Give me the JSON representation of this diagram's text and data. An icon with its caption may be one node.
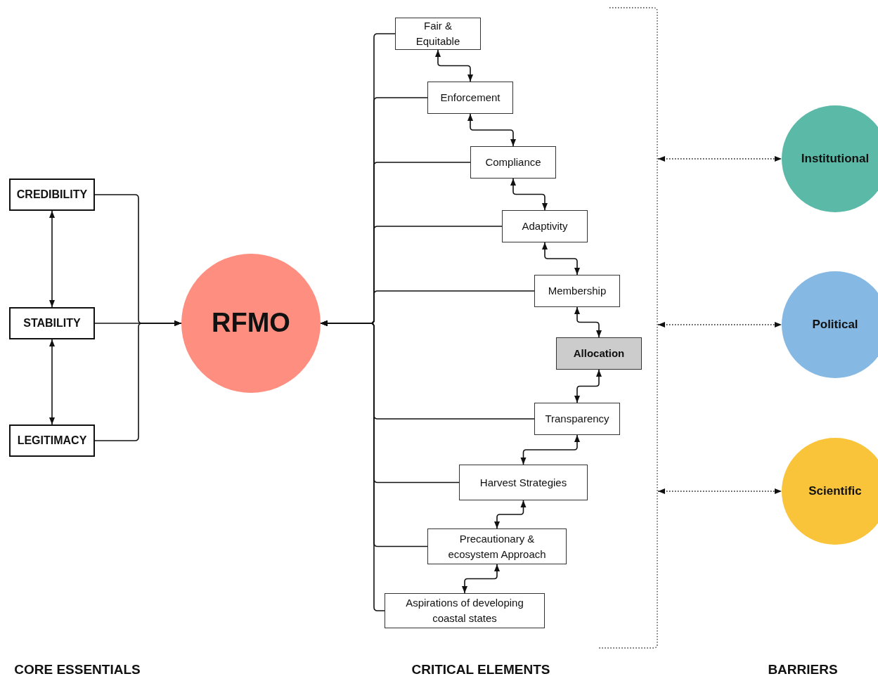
{
  "diagram": {
    "nodes": [
      {
        "text": [
          "CREDIBILITY"
        ]
      },
      {
        "text": [
          "STABILITY"
        ]
      },
      {
        "text": [
          "LEGITIMACY"
        ]
      },
      {
        "text": [
          "RFMO"
        ]
      },
      {
        "text": [
          "Fair & Equitable"
        ]
      },
      {
        "text": [
          "Enforcement"
        ]
      },
      {
        "text": [
          "Compliance"
        ]
      },
      {
        "text": [
          "Adaptivity"
        ]
      },
      {
        "text": [
          "Membership"
        ]
      },
      {
        "text": [
          "Allocation"
        ]
      },
      {
        "text": [
          "Transparency"
        ]
      },
      {
        "text": [
          "Harvest Strategies"
        ]
      },
      {
        "text": [
          "Precautionary & ecosystem Approach"
        ]
      },
      {
        "text": [
          "Aspirations of developing coastal states"
        ]
      },
      {
        "text": [],
        "shape": "bracket"
      },
      {
        "text": [
          "Institutional"
        ]
      },
      {
        "text": [
          "Political"
        ]
      },
      {
        "text": [
          "Scientific"
        ]
      }
    ],
    "edges": [
      {
        "from": 0,
        "to": 3,
        "arrow": "to"
      },
      {
        "from": 1,
        "to": 3,
        "arrow": "to"
      },
      {
        "from": 2,
        "to": 3,
        "arrow": "to"
      },
      {
        "from": 0,
        "to": 1,
        "arrow": "both"
      },
      {
        "from": 1,
        "to": 2,
        "arrow": "both"
      },
      {
        "from": 4,
        "to": 3,
        "arrow": "to"
      },
      {
        "from": 5,
        "to": 3,
        "arrow": "to"
      },
      {
        "from": 6,
        "to": 3,
        "arrow": "to"
      },
      {
        "from": 7,
        "to": 3,
        "arrow": "to"
      },
      {
        "from": 8,
        "to": 3,
        "arrow": "to"
      },
      {
        "from": 10,
        "to": 3,
        "arrow": "to"
      },
      {
        "from": 11,
        "to": 3,
        "arrow": "to"
      },
      {
        "from": 12,
        "to": 3,
        "arrow": "to"
      },
      {
        "from": 13,
        "to": 3,
        "arrow": "to"
      },
      {
        "from": 4,
        "to": 5,
        "arrow": "both"
      },
      {
        "from": 5,
        "to": 6,
        "arrow": "both"
      },
      {
        "from": 6,
        "to": 7,
        "arrow": "both"
      },
      {
        "from": 7,
        "to": 8,
        "arrow": "both"
      },
      {
        "from": 8,
        "to": 9,
        "arrow": "both"
      },
      {
        "from": 9,
        "to": 10,
        "arrow": "both"
      },
      {
        "from": 10,
        "to": 11,
        "arrow": "both"
      },
      {
        "from": 11,
        "to": 12,
        "arrow": "both"
      },
      {
        "from": 12,
        "to": 13,
        "arrow": "both"
      },
      {
        "from": 14,
        "to": 15,
        "arrow": "both",
        "style": "dashed"
      },
      {
        "from": 14,
        "to": 16,
        "arrow": "both",
        "style": "dashed"
      },
      {
        "from": 14,
        "to": 17,
        "arrow": "both",
        "style": "dashed"
      }
    ],
    "labels": [
      "CORE ESSENTIALS",
      "CRITICAL ELEMENTS",
      "BARRIERS"
    ]
  }
}
